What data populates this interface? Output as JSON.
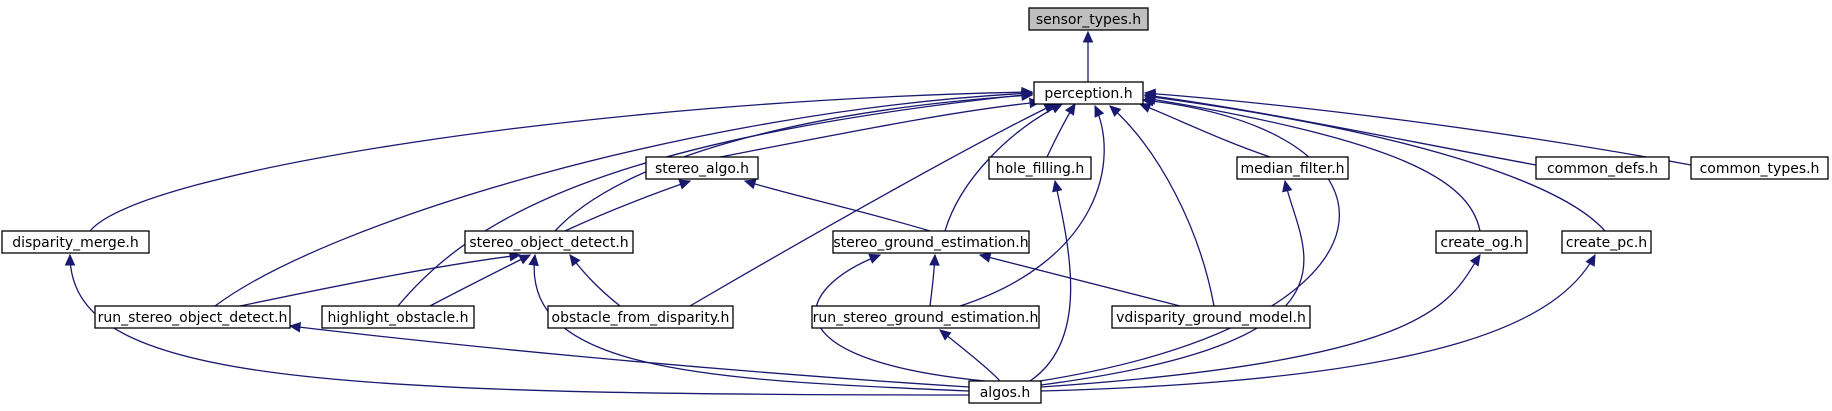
{
  "graph": {
    "edge_color": "#191970",
    "root_fill": "#bfbfbf",
    "nodes": [
      {
        "id": "sensor_types",
        "label": "sensor_types.h"
      },
      {
        "id": "perception",
        "label": "perception.h"
      },
      {
        "id": "stereo_algo",
        "label": "stereo_algo.h"
      },
      {
        "id": "hole_filling",
        "label": "hole_filling.h"
      },
      {
        "id": "median_filter",
        "label": "median_filter.h"
      },
      {
        "id": "common_defs",
        "label": "common_defs.h"
      },
      {
        "id": "common_types",
        "label": "common_types.h"
      },
      {
        "id": "disparity_merge",
        "label": "disparity_merge.h"
      },
      {
        "id": "stereo_object_detect",
        "label": "stereo_object_detect.h"
      },
      {
        "id": "stereo_ground_estimation",
        "label": "stereo_ground_estimation.h"
      },
      {
        "id": "create_og",
        "label": "create_og.h"
      },
      {
        "id": "create_pc",
        "label": "create_pc.h"
      },
      {
        "id": "run_stereo_object_detect",
        "label": "run_stereo_object_detect.h"
      },
      {
        "id": "highlight_obstacle",
        "label": "highlight_obstacle.h"
      },
      {
        "id": "obstacle_from_disparity",
        "label": "obstacle_from_disparity.h"
      },
      {
        "id": "run_stereo_ground_estimation",
        "label": "run_stereo_ground_estimation.h"
      },
      {
        "id": "vdisparity_ground_model",
        "label": "vdisparity_ground_model.h"
      },
      {
        "id": "algos",
        "label": "algos.h"
      }
    ],
    "edges": [
      {
        "from": "perception",
        "to": "sensor_types"
      },
      {
        "from": "disparity_merge",
        "to": "perception"
      },
      {
        "from": "run_stereo_object_detect",
        "to": "perception"
      },
      {
        "from": "highlight_obstacle",
        "to": "perception"
      },
      {
        "from": "stereo_object_detect",
        "to": "perception"
      },
      {
        "from": "stereo_algo",
        "to": "perception"
      },
      {
        "from": "obstacle_from_disparity",
        "to": "perception"
      },
      {
        "from": "stereo_ground_estimation",
        "to": "perception"
      },
      {
        "from": "hole_filling",
        "to": "perception"
      },
      {
        "from": "run_stereo_ground_estimation",
        "to": "perception"
      },
      {
        "from": "vdisparity_ground_model",
        "to": "perception"
      },
      {
        "from": "median_filter",
        "to": "perception"
      },
      {
        "from": "algos",
        "to": "perception"
      },
      {
        "from": "create_og",
        "to": "perception"
      },
      {
        "from": "create_pc",
        "to": "perception"
      },
      {
        "from": "common_defs",
        "to": "perception"
      },
      {
        "from": "common_types",
        "to": "perception"
      },
      {
        "from": "stereo_object_detect",
        "to": "stereo_algo"
      },
      {
        "from": "stereo_ground_estimation",
        "to": "stereo_algo"
      },
      {
        "from": "run_stereo_object_detect",
        "to": "stereo_object_detect"
      },
      {
        "from": "highlight_obstacle",
        "to": "stereo_object_detect"
      },
      {
        "from": "obstacle_from_disparity",
        "to": "stereo_object_detect"
      },
      {
        "from": "algos",
        "to": "stereo_object_detect"
      },
      {
        "from": "run_stereo_ground_estimation",
        "to": "stereo_ground_estimation"
      },
      {
        "from": "vdisparity_ground_model",
        "to": "stereo_ground_estimation"
      },
      {
        "from": "algos",
        "to": "stereo_ground_estimation"
      },
      {
        "from": "algos",
        "to": "disparity_merge"
      },
      {
        "from": "algos",
        "to": "run_stereo_object_detect"
      },
      {
        "from": "algos",
        "to": "run_stereo_ground_estimation"
      },
      {
        "from": "algos",
        "to": "hole_filling"
      },
      {
        "from": "algos",
        "to": "median_filter"
      },
      {
        "from": "algos",
        "to": "create_og"
      },
      {
        "from": "algos",
        "to": "create_pc"
      }
    ]
  }
}
